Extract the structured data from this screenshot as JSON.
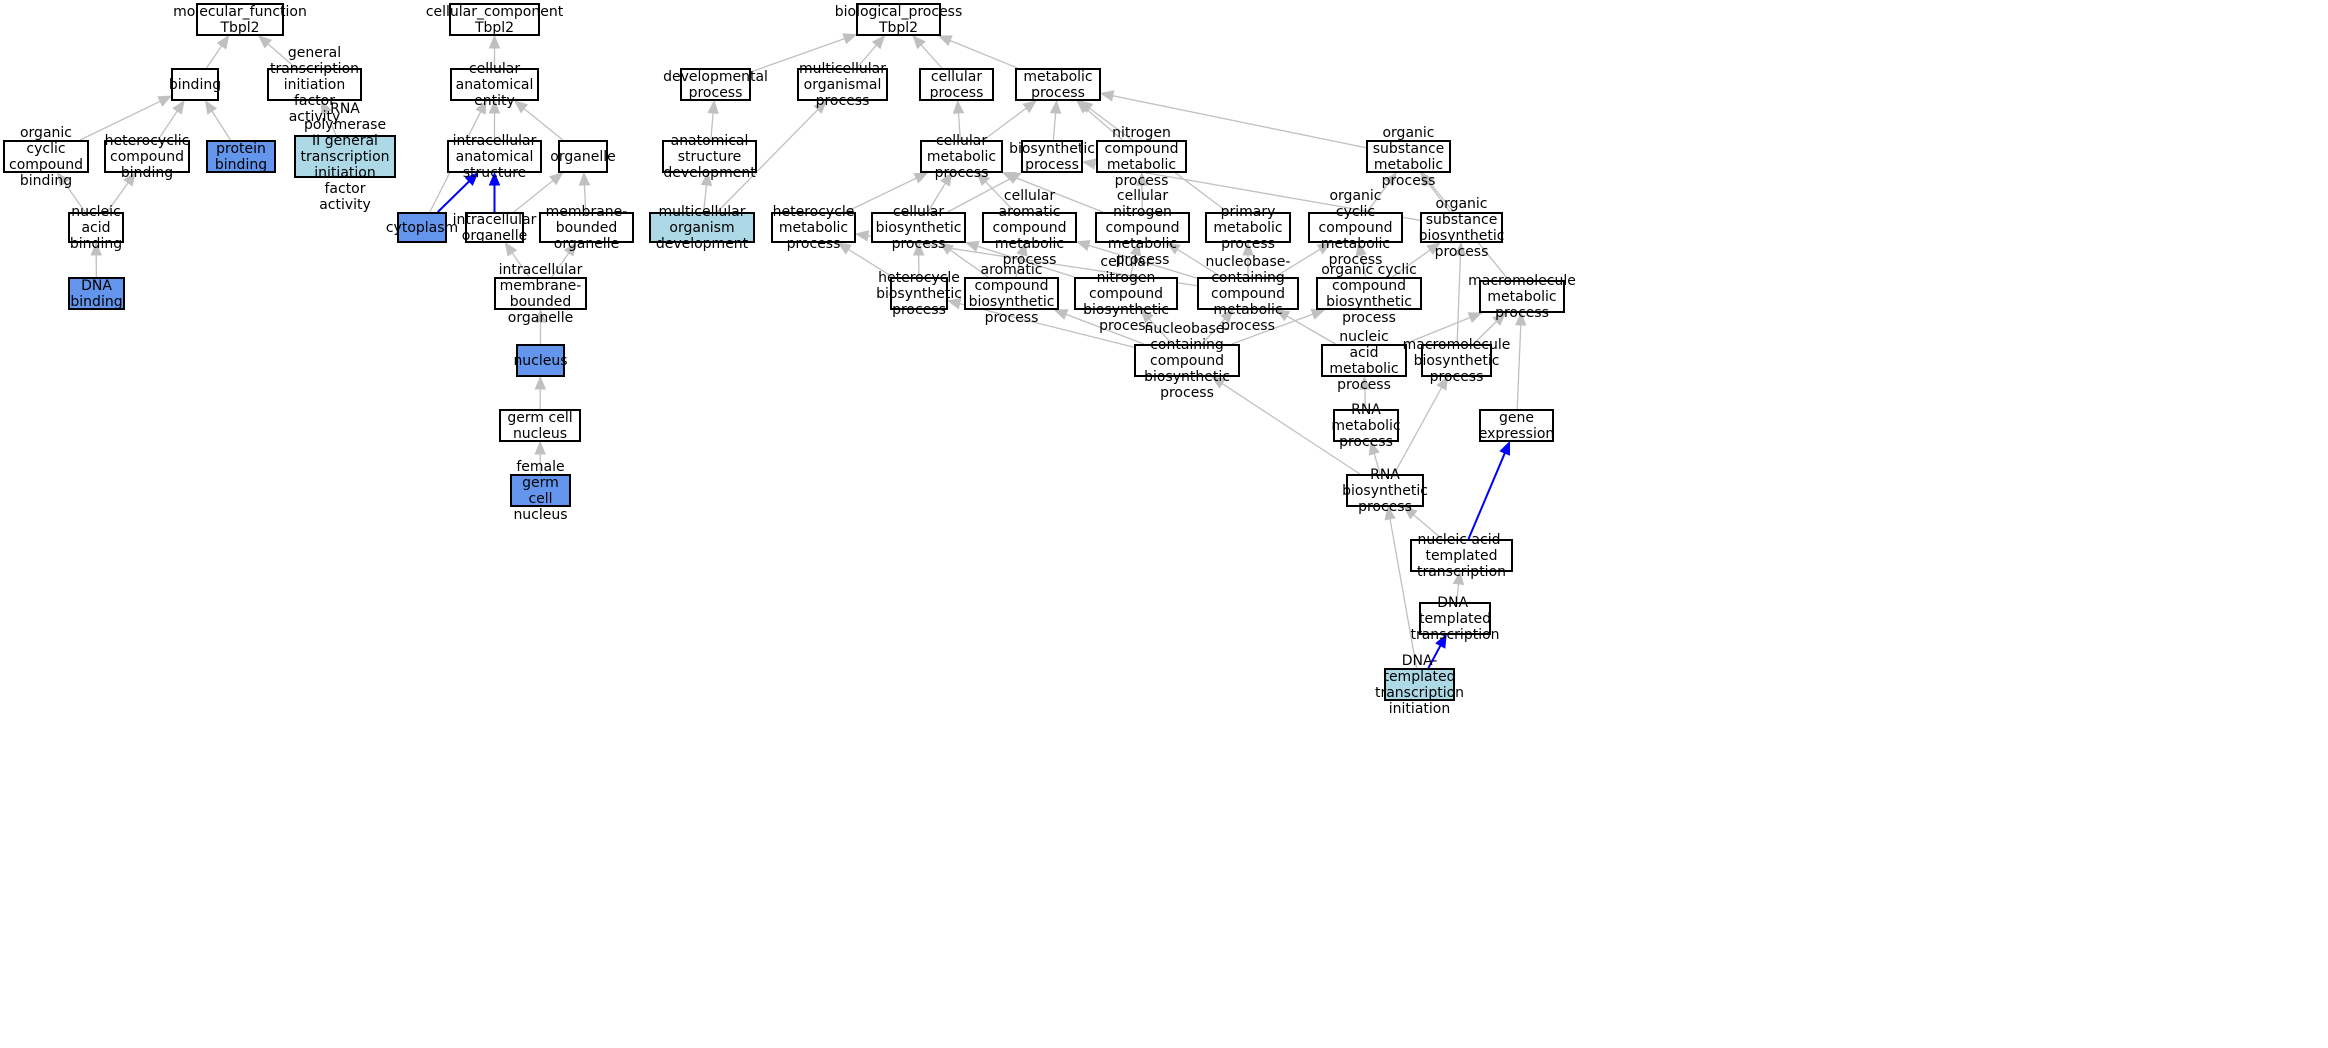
{
  "nodes": [
    {
      "id": "molecular-function",
      "label": "molecular_function\nTbpl2",
      "style": "plain"
    },
    {
      "id": "binding",
      "label": "binding",
      "style": "plain"
    },
    {
      "id": "general-transcription-initiation-factor-activity",
      "label": "general transcription\ninitiation factor\nactivity",
      "style": "plain"
    },
    {
      "id": "organic-cyclic-compound-binding",
      "label": "organic cyclic\ncompound binding",
      "style": "plain"
    },
    {
      "id": "heterocyclic-compound-binding",
      "label": "heterocyclic\ncompound binding",
      "style": "plain"
    },
    {
      "id": "protein-binding",
      "label": "protein binding",
      "style": "blue"
    },
    {
      "id": "rna-polymerase-ii-gtif-activity",
      "label": "RNA polymerase\nII general transcription\ninitiation factor\nactivity",
      "style": "light"
    },
    {
      "id": "nucleic-acid-binding",
      "label": "nucleic acid\nbinding",
      "style": "plain"
    },
    {
      "id": "dna-binding",
      "label": "DNA binding",
      "style": "blue"
    },
    {
      "id": "cellular-component",
      "label": "cellular_component\nTbpl2",
      "style": "plain"
    },
    {
      "id": "cellular-anatomical-entity",
      "label": "cellular anatomical\nentity",
      "style": "plain"
    },
    {
      "id": "intracellular-anatomical-structure",
      "label": "intracellular\nanatomical structure",
      "style": "plain"
    },
    {
      "id": "organelle",
      "label": "organelle",
      "style": "plain"
    },
    {
      "id": "cytoplasm",
      "label": "cytoplasm",
      "style": "blue"
    },
    {
      "id": "intracellular-organelle",
      "label": "intracellular\norganelle",
      "style": "plain"
    },
    {
      "id": "membrane-bounded-organelle",
      "label": "membrane-bounded\norganelle",
      "style": "plain"
    },
    {
      "id": "intracellular-membrane-bounded-organelle",
      "label": "intracellular\nmembrane-bounded\norganelle",
      "style": "plain"
    },
    {
      "id": "nucleus",
      "label": "nucleus",
      "style": "blue"
    },
    {
      "id": "germ-cell-nucleus",
      "label": "germ cell nucleus",
      "style": "plain"
    },
    {
      "id": "female-germ-cell-nucleus",
      "label": "female germ\ncell nucleus",
      "style": "blue"
    },
    {
      "id": "biological-process",
      "label": "biological_process\nTbpl2",
      "style": "plain"
    },
    {
      "id": "developmental-process",
      "label": "developmental\nprocess",
      "style": "plain"
    },
    {
      "id": "multicellular-organismal-process",
      "label": "multicellular\norganismal process",
      "style": "plain"
    },
    {
      "id": "cellular-process",
      "label": "cellular process",
      "style": "plain"
    },
    {
      "id": "metabolic-process",
      "label": "metabolic process",
      "style": "plain"
    },
    {
      "id": "anatomical-structure-development",
      "label": "anatomical structure\ndevelopment",
      "style": "plain"
    },
    {
      "id": "multicellular-organism-development",
      "label": "multicellular\norganism development",
      "style": "light"
    },
    {
      "id": "cellular-metabolic-process",
      "label": "cellular metabolic\nprocess",
      "style": "plain"
    },
    {
      "id": "biosynthetic-process",
      "label": "biosynthetic\nprocess",
      "style": "plain"
    },
    {
      "id": "nitrogen-compound-metabolic-process",
      "label": "nitrogen compound\nmetabolic process",
      "style": "plain"
    },
    {
      "id": "organic-substance-metabolic-process",
      "label": "organic substance\nmetabolic process",
      "style": "plain"
    },
    {
      "id": "heterocycle-metabolic-process",
      "label": "heterocycle\nmetabolic process",
      "style": "plain"
    },
    {
      "id": "cellular-biosynthetic-process",
      "label": "cellular biosynthetic\nprocess",
      "style": "plain"
    },
    {
      "id": "cellular-aromatic-compound-metabolic-process",
      "label": "cellular aromatic\ncompound metabolic\nprocess",
      "style": "plain"
    },
    {
      "id": "cellular-nitrogen-compound-metabolic-process",
      "label": "cellular nitrogen\ncompound metabolic\nprocess",
      "style": "plain"
    },
    {
      "id": "primary-metabolic-process",
      "label": "primary metabolic\nprocess",
      "style": "plain"
    },
    {
      "id": "organic-cyclic-compound-metabolic-process",
      "label": "organic cyclic\ncompound metabolic\nprocess",
      "style": "plain"
    },
    {
      "id": "organic-substance-biosynthetic-process",
      "label": "organic substance\nbiosynthetic\nprocess",
      "style": "plain"
    },
    {
      "id": "heterocycle-biosynthetic-process",
      "label": "heterocycle\nbiosynthetic\nprocess",
      "style": "plain"
    },
    {
      "id": "aromatic-compound-biosynthetic-process",
      "label": "aromatic compound\nbiosynthetic\nprocess",
      "style": "plain"
    },
    {
      "id": "cellular-nitrogen-compound-biosynthetic-process",
      "label": "cellular nitrogen\ncompound biosynthetic\nprocess",
      "style": "plain"
    },
    {
      "id": "nucleobase-containing-compound-metabolic-process",
      "label": "nucleobase-containing\ncompound metabolic\nprocess",
      "style": "plain"
    },
    {
      "id": "organic-cyclic-compound-biosynthetic-process",
      "label": "organic cyclic\ncompound biosynthetic\nprocess",
      "style": "plain"
    },
    {
      "id": "macromolecule-metabolic-process",
      "label": "macromolecule\nmetabolic process",
      "style": "plain"
    },
    {
      "id": "nucleobase-containing-compound-biosynthetic-process",
      "label": "nucleobase-containing\ncompound biosynthetic\nprocess",
      "style": "plain"
    },
    {
      "id": "nucleic-acid-metabolic-process",
      "label": "nucleic acid\nmetabolic process",
      "style": "plain"
    },
    {
      "id": "macromolecule-biosynthetic-process",
      "label": "macromolecule\nbiosynthetic\nprocess",
      "style": "plain"
    },
    {
      "id": "rna-metabolic-process",
      "label": "RNA metabolic\nprocess",
      "style": "plain"
    },
    {
      "id": "gene-expression",
      "label": "gene expression",
      "style": "plain"
    },
    {
      "id": "rna-biosynthetic-process",
      "label": "RNA biosynthetic\nprocess",
      "style": "plain"
    },
    {
      "id": "nucleic-acid-templated-transcription",
      "label": "nucleic acid-templated\ntranscription",
      "style": "plain"
    },
    {
      "id": "dna-templated-transcription",
      "label": "DNA-templated\ntranscription",
      "style": "plain"
    },
    {
      "id": "dna-templated-transcription-initiation",
      "label": "DNA-templated\ntranscription\ninitiation",
      "style": "light"
    }
  ],
  "edges": [
    {
      "from": "binding",
      "to": "molecular-function",
      "type": "gray"
    },
    {
      "from": "general-transcription-initiation-factor-activity",
      "to": "molecular-function",
      "type": "gray"
    },
    {
      "from": "organic-cyclic-compound-binding",
      "to": "binding",
      "type": "gray"
    },
    {
      "from": "heterocyclic-compound-binding",
      "to": "binding",
      "type": "gray"
    },
    {
      "from": "protein-binding",
      "to": "binding",
      "type": "gray"
    },
    {
      "from": "rna-polymerase-ii-gtif-activity",
      "to": "general-transcription-initiation-factor-activity",
      "type": "gray"
    },
    {
      "from": "nucleic-acid-binding",
      "to": "organic-cyclic-compound-binding",
      "type": "gray"
    },
    {
      "from": "nucleic-acid-binding",
      "to": "heterocyclic-compound-binding",
      "type": "gray"
    },
    {
      "from": "dna-binding",
      "to": "nucleic-acid-binding",
      "type": "gray"
    },
    {
      "from": "cellular-anatomical-entity",
      "to": "cellular-component",
      "type": "gray"
    },
    {
      "from": "intracellular-anatomical-structure",
      "to": "cellular-anatomical-entity",
      "type": "gray"
    },
    {
      "from": "organelle",
      "to": "cellular-anatomical-entity",
      "type": "gray"
    },
    {
      "from": "cytoplasm",
      "to": "cellular-anatomical-entity",
      "type": "gray"
    },
    {
      "from": "cytoplasm",
      "to": "intracellular-anatomical-structure",
      "type": "blue"
    },
    {
      "from": "intracellular-organelle",
      "to": "intracellular-anatomical-structure",
      "type": "blue"
    },
    {
      "from": "intracellular-organelle",
      "to": "organelle",
      "type": "gray"
    },
    {
      "from": "membrane-bounded-organelle",
      "to": "organelle",
      "type": "gray"
    },
    {
      "from": "intracellular-membrane-bounded-organelle",
      "to": "intracellular-organelle",
      "type": "gray"
    },
    {
      "from": "intracellular-membrane-bounded-organelle",
      "to": "membrane-bounded-organelle",
      "type": "gray"
    },
    {
      "from": "nucleus",
      "to": "intracellular-membrane-bounded-organelle",
      "type": "gray"
    },
    {
      "from": "germ-cell-nucleus",
      "to": "nucleus",
      "type": "gray"
    },
    {
      "from": "female-germ-cell-nucleus",
      "to": "germ-cell-nucleus",
      "type": "gray"
    },
    {
      "from": "developmental-process",
      "to": "biological-process",
      "type": "gray"
    },
    {
      "from": "multicellular-organismal-process",
      "to": "biological-process",
      "type": "gray"
    },
    {
      "from": "cellular-process",
      "to": "biological-process",
      "type": "gray"
    },
    {
      "from": "metabolic-process",
      "to": "biological-process",
      "type": "gray"
    },
    {
      "from": "anatomical-structure-development",
      "to": "developmental-process",
      "type": "gray"
    },
    {
      "from": "multicellular-organism-development",
      "to": "anatomical-structure-development",
      "type": "gray"
    },
    {
      "from": "multicellular-organism-development",
      "to": "multicellular-organismal-process",
      "type": "gray"
    },
    {
      "from": "cellular-metabolic-process",
      "to": "cellular-process",
      "type": "gray"
    },
    {
      "from": "cellular-metabolic-process",
      "to": "metabolic-process",
      "type": "gray"
    },
    {
      "from": "biosynthetic-process",
      "to": "metabolic-process",
      "type": "gray"
    },
    {
      "from": "nitrogen-compound-metabolic-process",
      "to": "metabolic-process",
      "type": "gray"
    },
    {
      "from": "organic-substance-metabolic-process",
      "to": "metabolic-process",
      "type": "gray"
    },
    {
      "from": "primary-metabolic-process",
      "to": "metabolic-process",
      "type": "gray"
    },
    {
      "from": "heterocycle-metabolic-process",
      "to": "cellular-metabolic-process",
      "type": "gray"
    },
    {
      "from": "cellular-biosynthetic-process",
      "to": "cellular-metabolic-process",
      "type": "gray"
    },
    {
      "from": "cellular-biosynthetic-process",
      "to": "biosynthetic-process",
      "type": "gray"
    },
    {
      "from": "cellular-aromatic-compound-metabolic-process",
      "to": "cellular-metabolic-process",
      "type": "gray"
    },
    {
      "from": "cellular-nitrogen-compound-metabolic-process",
      "to": "cellular-metabolic-process",
      "type": "gray"
    },
    {
      "from": "cellular-nitrogen-compound-metabolic-process",
      "to": "nitrogen-compound-metabolic-process",
      "type": "gray"
    },
    {
      "from": "organic-cyclic-compound-metabolic-process",
      "to": "organic-substance-metabolic-process",
      "type": "gray"
    },
    {
      "from": "organic-substance-biosynthetic-process",
      "to": "organic-substance-metabolic-process",
      "type": "gray"
    },
    {
      "from": "organic-substance-biosynthetic-process",
      "to": "biosynthetic-process",
      "type": "gray"
    },
    {
      "from": "heterocycle-biosynthetic-process",
      "to": "heterocycle-metabolic-process",
      "type": "gray"
    },
    {
      "from": "heterocycle-biosynthetic-process",
      "to": "cellular-biosynthetic-process",
      "type": "gray"
    },
    {
      "from": "aromatic-compound-biosynthetic-process",
      "to": "cellular-aromatic-compound-metabolic-process",
      "type": "gray"
    },
    {
      "from": "aromatic-compound-biosynthetic-process",
      "to": "cellular-biosynthetic-process",
      "type": "gray"
    },
    {
      "from": "cellular-nitrogen-compound-biosynthetic-process",
      "to": "cellular-nitrogen-compound-metabolic-process",
      "type": "gray"
    },
    {
      "from": "cellular-nitrogen-compound-biosynthetic-process",
      "to": "cellular-biosynthetic-process",
      "type": "gray"
    },
    {
      "from": "nucleobase-containing-compound-metabolic-process",
      "to": "heterocycle-metabolic-process",
      "type": "gray"
    },
    {
      "from": "nucleobase-containing-compound-metabolic-process",
      "to": "cellular-aromatic-compound-metabolic-process",
      "type": "gray"
    },
    {
      "from": "nucleobase-containing-compound-metabolic-process",
      "to": "cellular-nitrogen-compound-metabolic-process",
      "type": "gray"
    },
    {
      "from": "nucleobase-containing-compound-metabolic-process",
      "to": "primary-metabolic-process",
      "type": "gray"
    },
    {
      "from": "nucleobase-containing-compound-metabolic-process",
      "to": "organic-cyclic-compound-metabolic-process",
      "type": "gray"
    },
    {
      "from": "organic-cyclic-compound-biosynthetic-process",
      "to": "organic-cyclic-compound-metabolic-process",
      "type": "gray"
    },
    {
      "from": "organic-cyclic-compound-biosynthetic-process",
      "to": "organic-substance-biosynthetic-process",
      "type": "gray"
    },
    {
      "from": "macromolecule-metabolic-process",
      "to": "organic-substance-metabolic-process",
      "type": "gray"
    },
    {
      "from": "nucleobase-containing-compound-biosynthetic-process",
      "to": "heterocycle-biosynthetic-process",
      "type": "gray"
    },
    {
      "from": "nucleobase-containing-compound-biosynthetic-process",
      "to": "aromatic-compound-biosynthetic-process",
      "type": "gray"
    },
    {
      "from": "nucleobase-containing-compound-biosynthetic-process",
      "to": "cellular-nitrogen-compound-biosynthetic-process",
      "type": "gray"
    },
    {
      "from": "nucleobase-containing-compound-biosynthetic-process",
      "to": "nucleobase-containing-compound-metabolic-process",
      "type": "gray"
    },
    {
      "from": "nucleobase-containing-compound-biosynthetic-process",
      "to": "organic-cyclic-compound-biosynthetic-process",
      "type": "gray"
    },
    {
      "from": "nucleic-acid-metabolic-process",
      "to": "nucleobase-containing-compound-metabolic-process",
      "type": "gray"
    },
    {
      "from": "nucleic-acid-metabolic-process",
      "to": "macromolecule-metabolic-process",
      "type": "gray"
    },
    {
      "from": "macromolecule-biosynthetic-process",
      "to": "macromolecule-metabolic-process",
      "type": "gray"
    },
    {
      "from": "macromolecule-biosynthetic-process",
      "to": "organic-substance-biosynthetic-process",
      "type": "gray"
    },
    {
      "from": "rna-metabolic-process",
      "to": "nucleic-acid-metabolic-process",
      "type": "gray"
    },
    {
      "from": "gene-expression",
      "to": "macromolecule-metabolic-process",
      "type": "gray"
    },
    {
      "from": "rna-biosynthetic-process",
      "to": "rna-metabolic-process",
      "type": "gray"
    },
    {
      "from": "rna-biosynthetic-process",
      "to": "nucleobase-containing-compound-biosynthetic-process",
      "type": "gray"
    },
    {
      "from": "rna-biosynthetic-process",
      "to": "macromolecule-biosynthetic-process",
      "type": "gray"
    },
    {
      "from": "nucleic-acid-templated-transcription",
      "to": "rna-biosynthetic-process",
      "type": "gray"
    },
    {
      "from": "nucleic-acid-templated-transcription",
      "to": "gene-expression",
      "type": "blue"
    },
    {
      "from": "dna-templated-transcription",
      "to": "nucleic-acid-templated-transcription",
      "type": "gray"
    },
    {
      "from": "dna-templated-transcription-initiation",
      "to": "dna-templated-transcription",
      "type": "blue"
    },
    {
      "from": "dna-templated-transcription-initiation",
      "to": "rna-biosynthetic-process",
      "type": "gray"
    }
  ],
  "colors": {
    "plain_fill": "#ffffff",
    "blue_fill": "#6495ed",
    "light_fill": "#add8e6",
    "gray_edge": "#c0c0c0",
    "blue_edge": "#0000ff",
    "border": "#000000"
  }
}
